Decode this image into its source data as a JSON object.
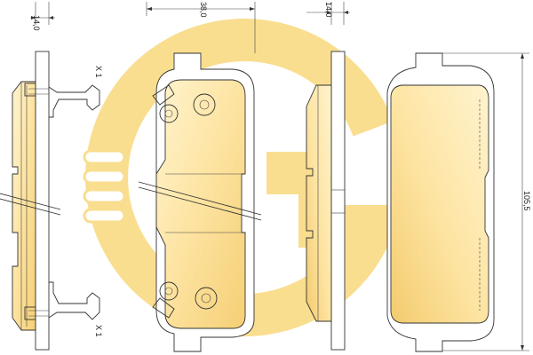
{
  "dimensions": {
    "plate_thickness_left": "14,0",
    "pad_width": "38,0",
    "plate_thickness_right": "14,0",
    "pad_height": "105,5"
  },
  "quantities": {
    "upper_clip": "X 1",
    "lower_clip": "X 1"
  },
  "colors": {
    "pad_fill": "#fde7a8",
    "pad_fill_dark": "#f6d27a",
    "watermark": "#f7d36a",
    "line": "#333333"
  },
  "icons": {
    "watermark": "brand-g-logo-watermark"
  }
}
